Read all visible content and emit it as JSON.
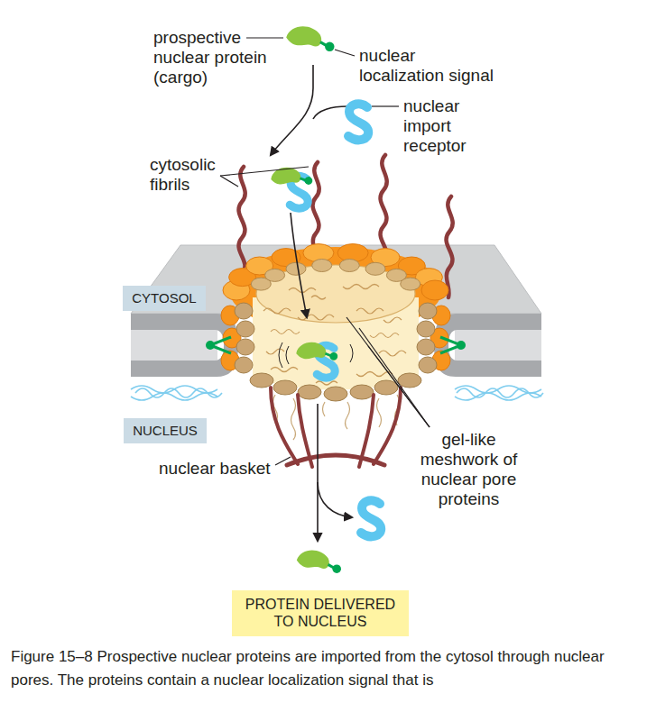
{
  "diagram": {
    "caption": "Figure 15–8 Prospective nuclear proteins are imported from the cytosol through nuclear pores. The proteins contain a nuclear localization signal that is",
    "nodes": [
      {
        "text": [
          "CYTOSOL"
        ]
      },
      {
        "text": [
          "NUCLEUS"
        ]
      },
      {
        "text": [
          "PROTEIN DELIVERED TO NUCLEUS"
        ]
      }
    ],
    "labels": [
      "prospective nuclear protein (cargo)",
      "nuclear localization signal",
      "nuclear import receptor",
      "cytosolic fibrils",
      "nuclear basket",
      "gel-like meshwork of nuclear pore proteins"
    ]
  }
}
